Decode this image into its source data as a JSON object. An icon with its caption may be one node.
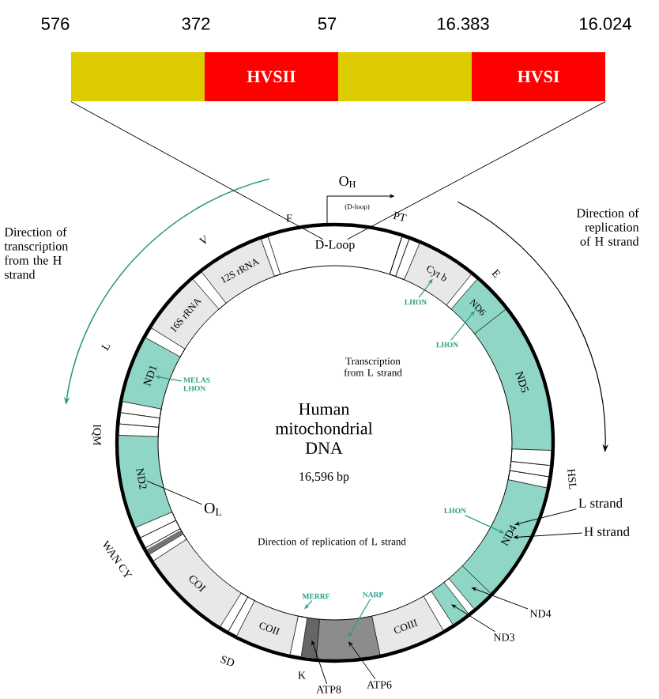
{
  "diagram": {
    "nodes": [
      {
        "text": [],
        "shape": "box"
      },
      {
        "text": [
          "HVSII"
        ]
      },
      {
        "text": [],
        "shape": "box"
      },
      {
        "text": [
          "HVSI"
        ]
      },
      {
        "text": [
          "D-Loop"
        ]
      },
      {
        "text": [
          "12S rRNA"
        ]
      },
      {
        "text": [
          "16S rRNA"
        ]
      },
      {
        "text": [
          "ND1"
        ]
      },
      {
        "text": [
          "ND2"
        ]
      },
      {
        "text": [
          "COI"
        ]
      },
      {
        "text": [
          "COII"
        ]
      },
      {
        "text": [],
        "shape": "bar"
      },
      {
        "text": [],
        "shape": "bar"
      },
      {
        "text": [
          "COIII"
        ]
      },
      {
        "text": [],
        "shape": "bar"
      },
      {
        "text": [],
        "shape": "bar"
      },
      {
        "text": [
          "ND4"
        ]
      },
      {
        "text": [
          "ND5"
        ]
      },
      {
        "text": [
          "ND6"
        ]
      },
      {
        "text": [
          "Cyt b"
        ]
      },
      {
        "text": [
          "ATP8"
        ]
      },
      {
        "text": [
          "ATP6"
        ]
      },
      {
        "text": [
          "ND3"
        ]
      },
      {
        "text": [
          "ND4"
        ]
      },
      {
        "text": [
          "L strand"
        ]
      },
      {
        "text": [
          "H strand"
        ]
      },
      {
        "text": [
          "MELAS LHON"
        ]
      },
      {
        "text": [
          "LHON"
        ]
      },
      {
        "text": [
          "LHON"
        ]
      },
      {
        "text": [
          "LHON"
        ]
      },
      {
        "text": [
          "MERRF"
        ]
      },
      {
        "text": [
          "NARP"
        ]
      },
      {
        "text": [
          "O$_{L}$"
        ]
      }
    ],
    "edges": [
      {
        "from": 0,
        "to": 4,
        "arrow": "none"
      },
      {
        "from": 3,
        "to": 4,
        "arrow": "none"
      },
      {
        "from": 20,
        "to": 11,
        "arrow": "to"
      },
      {
        "from": 21,
        "to": 12,
        "arrow": "to"
      },
      {
        "from": 22,
        "to": 14,
        "arrow": "to"
      },
      {
        "from": 23,
        "to": 15,
        "arrow": "to"
      },
      {
        "from": 24,
        "to": 16,
        "arrow": "to"
      },
      {
        "from": 25,
        "to": 16,
        "arrow": "to"
      },
      {
        "from": 26,
        "to": 7,
        "arrow": "to",
        "color": "#2a9d85"
      },
      {
        "from": 27,
        "to": 19,
        "arrow": "to",
        "color": "#2a9d85"
      },
      {
        "from": 28,
        "to": 18,
        "arrow": "to",
        "color": "#2a9d85"
      },
      {
        "from": 29,
        "to": 16,
        "arrow": "to",
        "color": "#2a9d85"
      },
      {
        "from": 30,
        "to": null,
        "arrow": "to",
        "color": "#2a9d85"
      },
      {
        "from": 31,
        "to": 12,
        "arrow": "to",
        "color": "#2a9d85"
      },
      {
        "from": 32,
        "to": 8,
        "arrow": "none"
      }
    ],
    "labels": [
      "576",
      "372",
      "57",
      "16.383",
      "16.024",
      "O$_{H}$",
      "(D-loop)",
      "F",
      "PT",
      "V",
      "L",
      "E",
      "IQM",
      "WAN CY",
      "SD",
      "K",
      "HSL",
      "Direction of transcription from the H strand",
      "Direction of replication of H strand",
      "Transcription from L strand",
      "Human mitochondrial DNA",
      "16,596 bp",
      "Direction of replication of L strand"
    ]
  }
}
